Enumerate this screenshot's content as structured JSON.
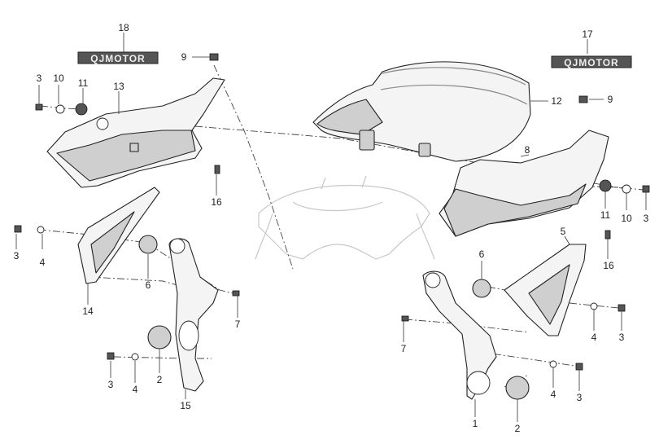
{
  "brand": {
    "logo_text": "QJMOTOR"
  },
  "callouts": {
    "n1": "1",
    "n2a": "2",
    "n2b": "2",
    "n3a": "3",
    "n3b": "3",
    "n3c": "3",
    "n3d": "3",
    "n3e": "3",
    "n3f": "3",
    "n4a": "4",
    "n4b": "4",
    "n4c": "4",
    "n4d": "4",
    "n5": "5",
    "n6a": "6",
    "n6b": "6",
    "n7a": "7",
    "n7b": "7",
    "n8": "8",
    "n9a": "9",
    "n9b": "9",
    "n10a": "10",
    "n10b": "10",
    "n11a": "11",
    "n11b": "11",
    "n12": "12",
    "n13": "13",
    "n14": "14",
    "n15": "15",
    "n16a": "16",
    "n16b": "16",
    "n17": "17",
    "n18": "18"
  }
}
